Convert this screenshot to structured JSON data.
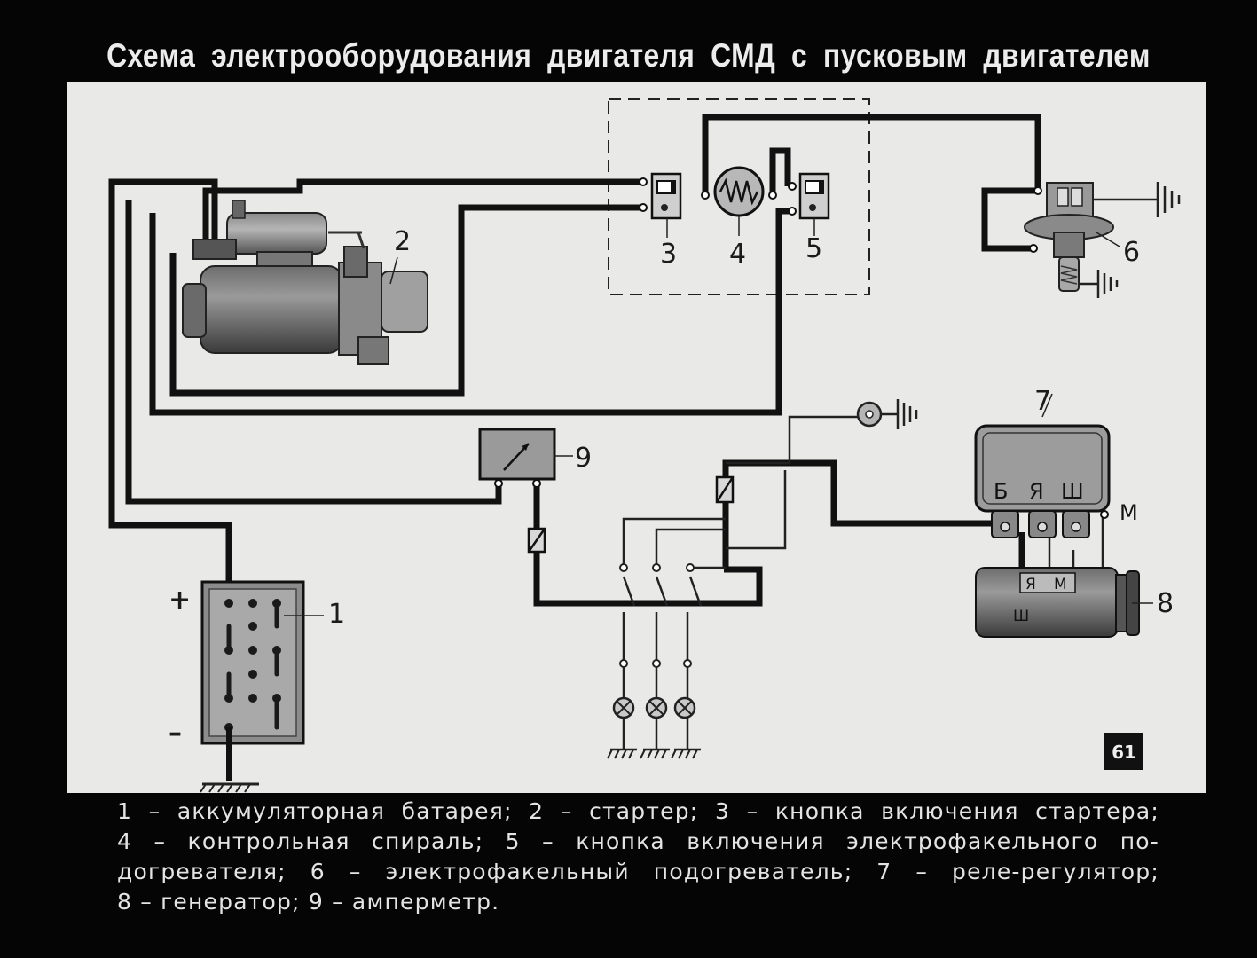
{
  "title": "Схема электрооборудования двигателя СМД с пусковым двигателем",
  "page_number": "61",
  "polarity": {
    "plus": "+",
    "minus": "–"
  },
  "components": [
    {
      "number": "1",
      "name": "аккумуляторная батарея"
    },
    {
      "number": "2",
      "name": "стартер"
    },
    {
      "number": "3",
      "name": "кнопка включения стартера"
    },
    {
      "number": "4",
      "name": "контрольная спираль"
    },
    {
      "number": "5",
      "name": "кнопка включения электрофакельного подогревателя"
    },
    {
      "number": "6",
      "name": "электрофакельный подогреватель"
    },
    {
      "number": "7",
      "name": "реле-регулятор"
    },
    {
      "number": "8",
      "name": "генератор"
    },
    {
      "number": "9",
      "name": "амперметр"
    }
  ],
  "relay_terminals": [
    "Б",
    "Я",
    "Ш"
  ],
  "relay_m_terminal": "М",
  "generator_terminals": [
    "Я",
    "М",
    "Ш"
  ],
  "caption_lines": [
    "1 – аккумуляторная батарея; 2 – стартер; 3 – кнопка включения стартера;",
    "4 – контрольная спираль; 5 – кнопка включения электрофакельного по-",
    "догревателя; 6 – электрофакельный подогреватель; 7 – реле-регулятор;",
    "8 – генератор; 9 – амперметр."
  ]
}
